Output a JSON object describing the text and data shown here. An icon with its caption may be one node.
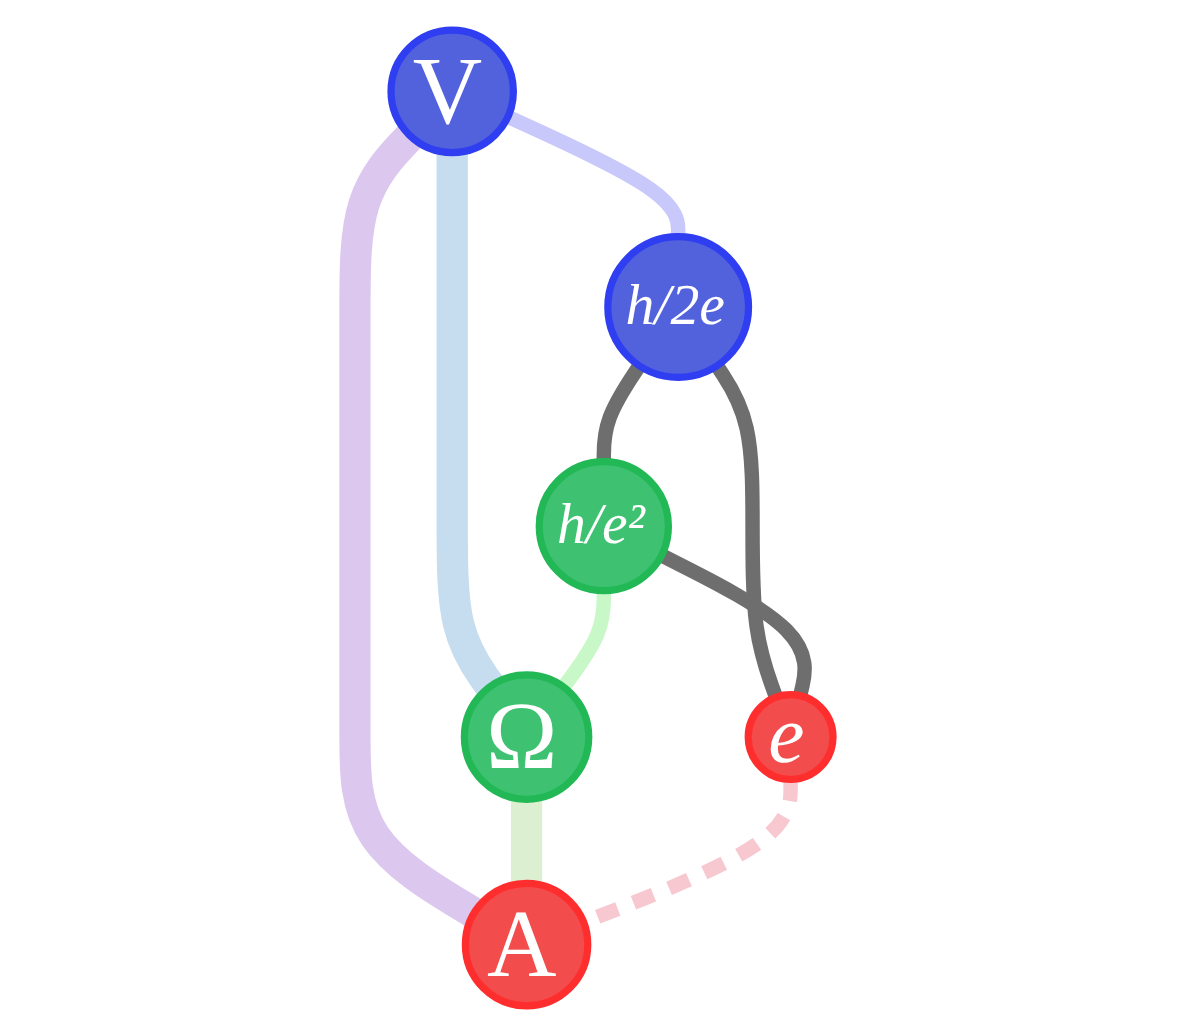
{
  "diagram": {
    "nodes": [
      {
        "text": [
          "V"
        ]
      },
      {
        "text": [
          "h/2e"
        ]
      },
      {
        "text": [
          "h/e²"
        ]
      },
      {
        "text": [
          "e"
        ]
      },
      {
        "text": [
          "Ω"
        ]
      },
      {
        "text": [
          "A"
        ]
      }
    ],
    "edges": [
      {
        "from": 0,
        "to": 4,
        "arrow": "none",
        "style": "thick",
        "color": "#c6dcef"
      },
      {
        "from": 0,
        "to": 5,
        "arrow": "none",
        "style": "thick",
        "color": "#dcc8ee"
      },
      {
        "from": 4,
        "to": 5,
        "arrow": "none",
        "style": "thick",
        "color": "#dcefd0"
      },
      {
        "from": 0,
        "to": 1,
        "arrow": "none",
        "color": "#c8c8fa"
      },
      {
        "from": 1,
        "to": 2,
        "arrow": "none"
      },
      {
        "from": 1,
        "to": 3,
        "arrow": "none"
      },
      {
        "from": 2,
        "to": 3,
        "arrow": "none"
      },
      {
        "from": 2,
        "to": 4,
        "arrow": "none",
        "color": "#c8f8c8"
      },
      {
        "from": 3,
        "to": 5,
        "arrow": "none",
        "style": "dashed",
        "color": "#f8c8d0"
      }
    ]
  }
}
